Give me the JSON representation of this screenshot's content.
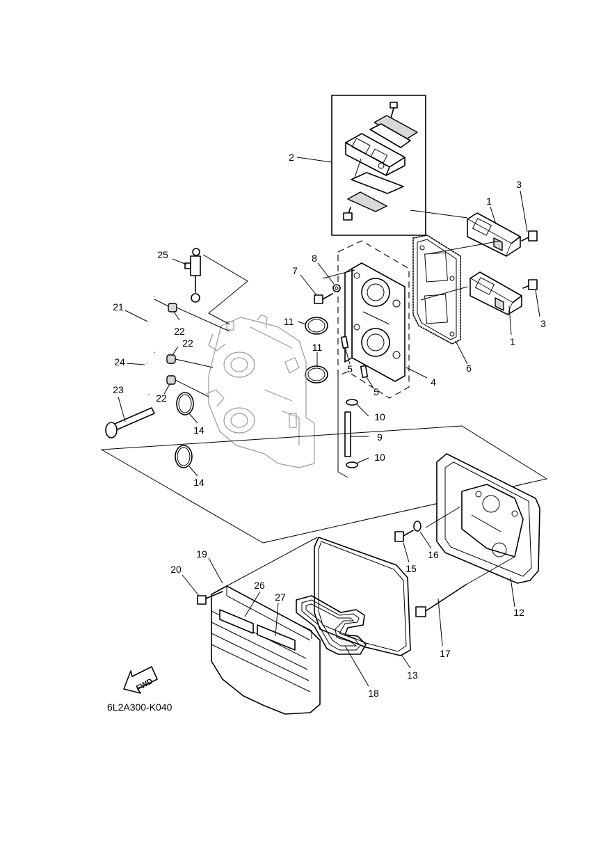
{
  "diagram_code": "6L2A300-K040",
  "fwd_label": "FWD",
  "callouts": [
    {
      "id": "c1a",
      "text": "1"
    },
    {
      "id": "c1b",
      "text": "1"
    },
    {
      "id": "c2",
      "text": "2"
    },
    {
      "id": "c3a",
      "text": "3"
    },
    {
      "id": "c3b",
      "text": "3"
    },
    {
      "id": "c4",
      "text": "4"
    },
    {
      "id": "c5a",
      "text": "5"
    },
    {
      "id": "c5b",
      "text": "5"
    },
    {
      "id": "c6",
      "text": "6"
    },
    {
      "id": "c7",
      "text": "7"
    },
    {
      "id": "c8",
      "text": "8"
    },
    {
      "id": "c9",
      "text": "9"
    },
    {
      "id": "c10a",
      "text": "10"
    },
    {
      "id": "c10b",
      "text": "10"
    },
    {
      "id": "c11a",
      "text": "11"
    },
    {
      "id": "c11b",
      "text": "11"
    },
    {
      "id": "c12",
      "text": "12"
    },
    {
      "id": "c13",
      "text": "13"
    },
    {
      "id": "c14a",
      "text": "14"
    },
    {
      "id": "c14b",
      "text": "14"
    },
    {
      "id": "c15",
      "text": "15"
    },
    {
      "id": "c16",
      "text": "16"
    },
    {
      "id": "c17",
      "text": "17"
    },
    {
      "id": "c18",
      "text": "18"
    },
    {
      "id": "c19",
      "text": "19"
    },
    {
      "id": "c20",
      "text": "20"
    },
    {
      "id": "c21",
      "text": "21"
    },
    {
      "id": "c22a",
      "text": "22"
    },
    {
      "id": "c22b",
      "text": "22"
    },
    {
      "id": "c22c",
      "text": "22"
    },
    {
      "id": "c23",
      "text": "23"
    },
    {
      "id": "c24",
      "text": "24"
    },
    {
      "id": "c25",
      "text": "25"
    },
    {
      "id": "c26",
      "text": "26"
    },
    {
      "id": "c27",
      "text": "27"
    }
  ]
}
